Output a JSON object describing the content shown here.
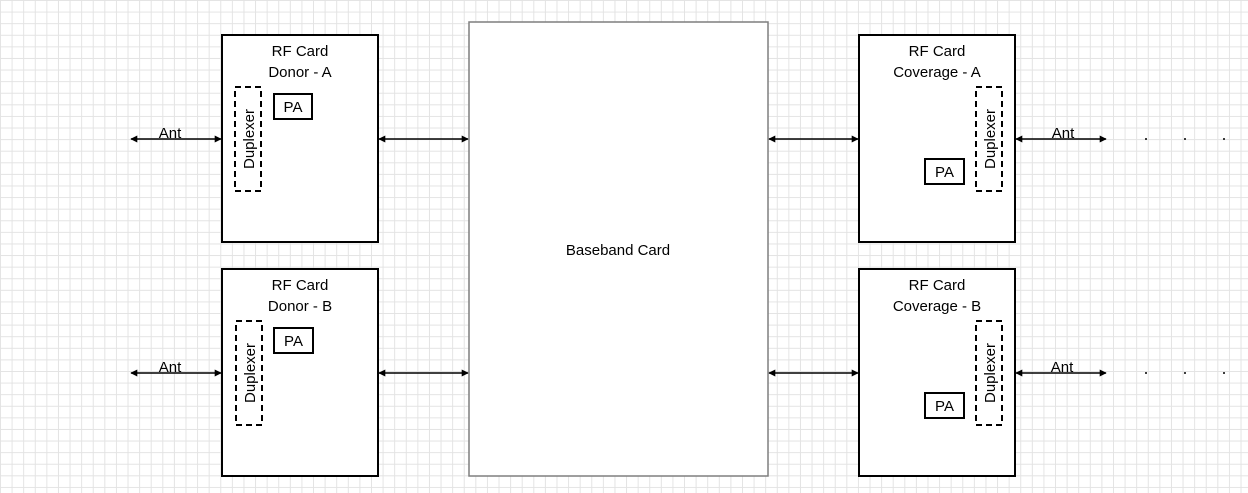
{
  "baseband": {
    "label": "Baseband Card"
  },
  "cards": [
    {
      "id": "donor-a",
      "title": "RF Card",
      "subtitle": "Donor - A",
      "duplexer": "Duplexer",
      "pa": "PA",
      "antenna": "Ant"
    },
    {
      "id": "donor-b",
      "title": "RF Card",
      "subtitle": "Donor - B",
      "duplexer": "Duplexer",
      "pa": "PA",
      "antenna": "Ant"
    },
    {
      "id": "coverage-a",
      "title": "RF Card",
      "subtitle": "Coverage - A",
      "duplexer": "Duplexer",
      "pa": "PA",
      "antenna": "Ant"
    },
    {
      "id": "coverage-b",
      "title": "RF Card",
      "subtitle": "Coverage - B",
      "duplexer": "Duplexer",
      "pa": "PA",
      "antenna": "Ant"
    }
  ]
}
